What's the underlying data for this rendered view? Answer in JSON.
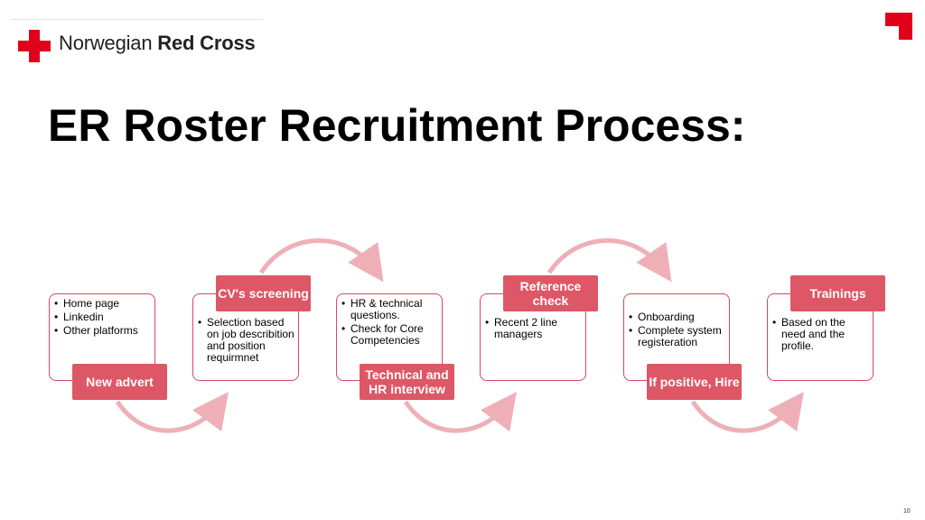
{
  "brand": {
    "name_regular": "Norwegian ",
    "name_bold": "Red Cross"
  },
  "title": "ER Roster Recruitment Process:",
  "colors": {
    "accent": "#e1001a",
    "step_fill": "#de5766",
    "box_border": "#d8485f",
    "arrow": "#eeb0b6"
  },
  "steps": [
    {
      "label": "New advert",
      "bullets": [
        "Home page",
        "Linkedin",
        "Other platforms"
      ]
    },
    {
      "label": "CV's screening",
      "bullets": [
        "Selection based on job describition and position requirmnet"
      ]
    },
    {
      "label": "Technical and HR interview",
      "bullets": [
        "HR & technical questions.",
        "Check for Core Competencies"
      ]
    },
    {
      "label": "Reference check",
      "bullets": [
        "Recent 2 line managers"
      ]
    },
    {
      "label": "If positive, Hire",
      "bullets": [
        "Onboarding",
        "Complete system registeration"
      ]
    },
    {
      "label": "Trainings",
      "bullets": [
        "Based on the need and the profile."
      ]
    }
  ],
  "page_number": "10"
}
